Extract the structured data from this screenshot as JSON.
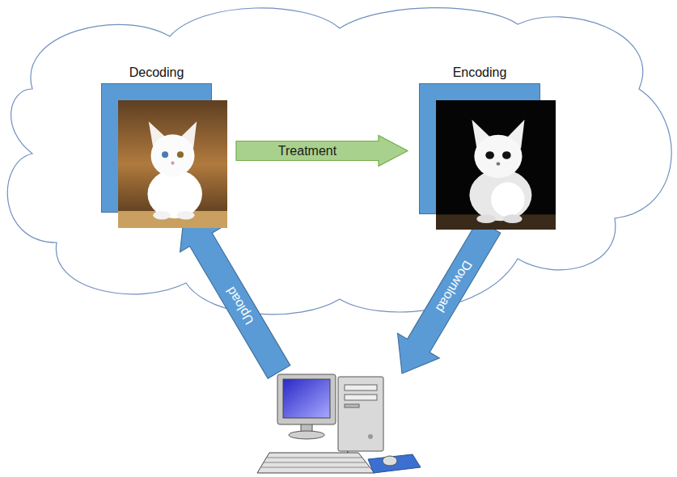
{
  "diagram": {
    "nodes": [
      {
        "text": [
          "Decoding"
        ]
      },
      {
        "text": [
          "Encoding"
        ]
      }
    ],
    "edges": [
      {
        "from": 0,
        "to": 1,
        "label": "Treatment",
        "arrow": "to"
      }
    ],
    "labels": [
      "Upload",
      "Download"
    ]
  }
}
